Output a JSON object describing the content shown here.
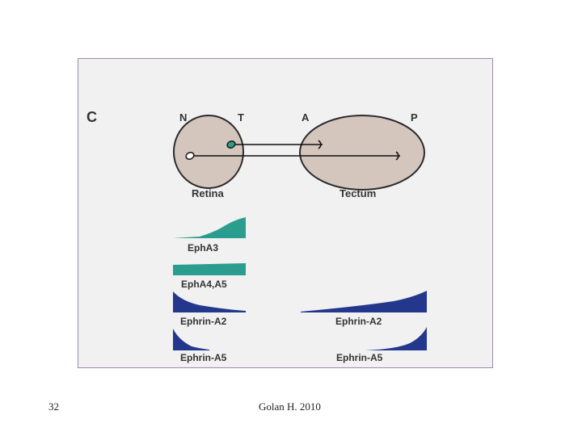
{
  "panel_letter": "C",
  "retina": {
    "label": "Retina",
    "axis_left": "N",
    "axis_right": "T"
  },
  "tectum": {
    "label": "Tectum",
    "axis_left": "A",
    "axis_right": "P"
  },
  "gradients": {
    "retina": [
      "EphA3",
      "EphA4,A5",
      "Ephrin-A2",
      "Ephrin-A5"
    ],
    "tectum": [
      "Ephrin-A2",
      "Ephrin-A5"
    ]
  },
  "colors": {
    "teal": "#2a9d8f",
    "navy": "#23378c",
    "tissue": "#d5c6bd",
    "outline": "#2b2b2b"
  },
  "footer": {
    "slide_number": "32",
    "citation": "Golan H. 2010"
  }
}
